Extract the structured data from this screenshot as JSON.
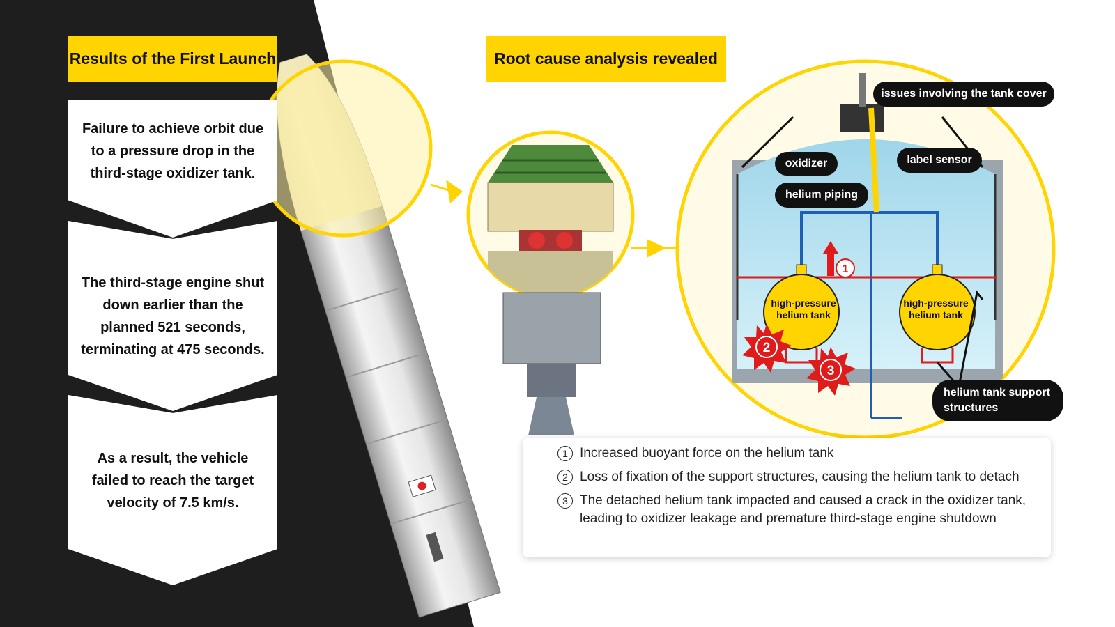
{
  "left_panel": {
    "title": "Results of the First Launch",
    "points": [
      "Failure to achieve orbit due to a pressure drop in the third-stage oxidizer tank.",
      "The third-stage engine shut down earlier than the planned 521 seconds, terminating at 475 seconds.",
      "As a result, the vehicle failed to reach the target velocity of 7.5 km/s."
    ]
  },
  "right_panel": {
    "title": "Root cause analysis revealed",
    "callouts": {
      "tank_cover": "issues involving the tank cover",
      "oxidizer": "oxidizer",
      "label_sensor": "label sensor",
      "helium_piping": "helium piping",
      "support_structures": "helium tank support structures"
    },
    "tank_labels": [
      "high-pressure helium tank",
      "high-pressure helium tank"
    ],
    "markers": [
      "1",
      "2",
      "3"
    ]
  },
  "legend": [
    {
      "num": "1",
      "text": "Increased buoyant force on the helium tank"
    },
    {
      "num": "2",
      "text": "Loss of fixation of the support structures, causing the helium tank to detach"
    },
    {
      "num": "3",
      "text": "The detached helium tank impacted and caused a crack in the oxidizer tank, leading to oxidizer leakage and premature third-stage engine shutdown"
    }
  ],
  "colors": {
    "accent_yellow": "#ffd400",
    "dark_bg": "#1e1e1e",
    "tank_blue": "#b9e4f2",
    "pipe_blue": "#1f5fb5",
    "alert_red": "#e01b1b"
  },
  "icons": [
    "rocket-illustration",
    "third-stage-illustration",
    "burst-marker-icon",
    "arrow-up-icon"
  ]
}
